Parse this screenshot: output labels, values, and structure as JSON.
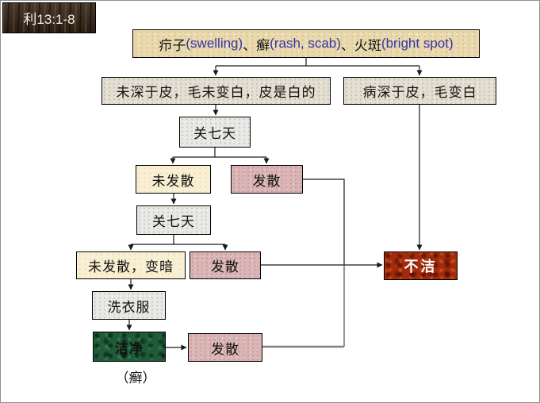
{
  "header": {
    "verse_tag": "利13:1-8"
  },
  "diagram": {
    "symptoms": {
      "segments": [
        {
          "text": "疖子",
          "color": "black"
        },
        {
          "text": "(swelling)",
          "color": "blue"
        },
        {
          "text": "、癣",
          "color": "black"
        },
        {
          "text": "(rash, scab)",
          "color": "blue"
        },
        {
          "text": "、火斑",
          "color": "black"
        },
        {
          "text": "(bright spot)",
          "color": "blue"
        }
      ]
    },
    "nodes": {
      "not_deep": {
        "label": "未深于皮，毛未变白，皮是白的"
      },
      "deep": {
        "label": "病深于皮，毛变白"
      },
      "quarantine1": {
        "label": "关七天"
      },
      "not_spread1": {
        "label": "未发散"
      },
      "spread1": {
        "label": "发散"
      },
      "quarantine2": {
        "label": "关七天"
      },
      "not_spread_dark": {
        "label": "未发散，变暗"
      },
      "spread2": {
        "label": "发散"
      },
      "wash": {
        "label": "洗衣服"
      },
      "clean": {
        "label": "洁净"
      },
      "spread3": {
        "label": "发散"
      },
      "unclean": {
        "label": "不洁"
      }
    },
    "footnote": "（癣）",
    "edges": [
      {
        "from": "symptoms",
        "to": "not_deep"
      },
      {
        "from": "symptoms",
        "to": "deep"
      },
      {
        "from": "not_deep",
        "to": "quarantine1"
      },
      {
        "from": "quarantine1",
        "to": "not_spread1"
      },
      {
        "from": "quarantine1",
        "to": "spread1"
      },
      {
        "from": "not_spread1",
        "to": "quarantine2"
      },
      {
        "from": "quarantine2",
        "to": "not_spread_dark"
      },
      {
        "from": "quarantine2",
        "to": "spread2"
      },
      {
        "from": "not_spread_dark",
        "to": "wash"
      },
      {
        "from": "wash",
        "to": "clean"
      },
      {
        "from": "clean",
        "to": "spread3"
      },
      {
        "from": "spread1",
        "to": "unclean"
      },
      {
        "from": "spread2",
        "to": "unclean"
      },
      {
        "from": "spread3",
        "to": "unclean"
      },
      {
        "from": "deep",
        "to": "unclean"
      }
    ]
  },
  "colors": {
    "wood_brown": "#3a2a1d",
    "parchment": "#e9d9ad",
    "stone_beige": "#e3ded1",
    "stone_gray": "#e8e8e4",
    "cream": "#f9efd3",
    "pink": "#dab5b5",
    "green": "#1e5c38",
    "red": "#a32a0a",
    "english_blue": "#3434a4",
    "line_black": "#1a1a1a",
    "line_gray": "#808080"
  }
}
